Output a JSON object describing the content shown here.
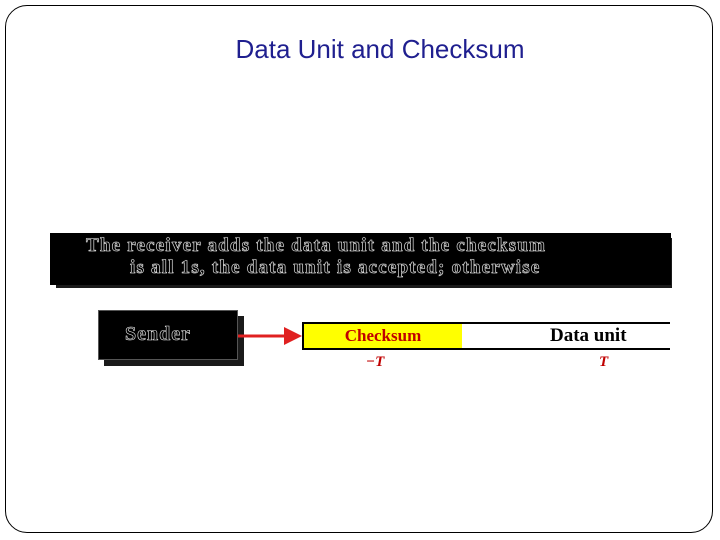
{
  "slide": {
    "title": "Data Unit and Checksum"
  },
  "banner": {
    "line1": "The receiver adds the data unit and the checksum",
    "line2": "is all 1s, the data unit is accepted; otherwise"
  },
  "diagram": {
    "sender_label": "Sender",
    "checksum_label": "Checksum",
    "data_unit_label": "Data unit",
    "checksum_value": "−T",
    "data_unit_value": "T",
    "colors": {
      "title": "#1f1f8f",
      "checksum_fill": "#ffff00",
      "checksum_text": "#c00000",
      "arrow": "#e02020",
      "value_text": "#c00000"
    }
  }
}
